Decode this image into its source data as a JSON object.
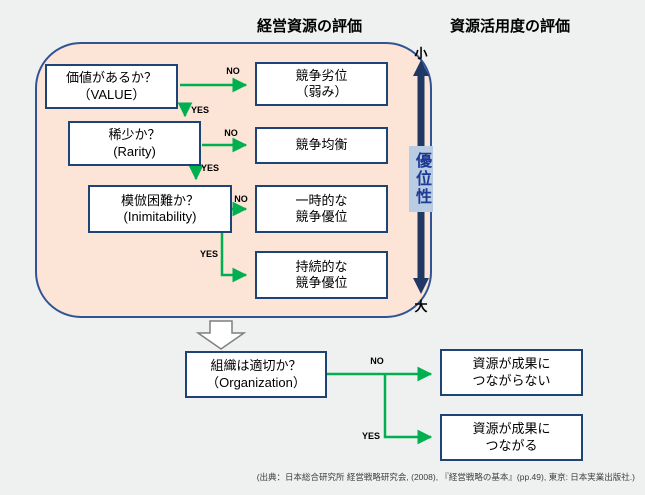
{
  "header": {
    "title_left": "経営資源の評価",
    "title_right": "資源活用度の評価"
  },
  "flow": {
    "value_q1": "価値があるか？",
    "value_q2": "（VALUE）",
    "rarity_q1": "稀少か？",
    "rarity_q2": "(Rarity)",
    "inimitability_q1": "模倣困難か？",
    "inimitability_q2": "(Inimitability)",
    "organization_q1": "組織は適切か？",
    "organization_q2": "（Organization）",
    "disadvantage_1": "競争劣位",
    "disadvantage_2": "（弱み）",
    "parity": "競争均衡",
    "temporary_1": "一時的な",
    "temporary_2": "競争優位",
    "sustained_1": "持続的な",
    "sustained_2": "競争優位",
    "no_outcome_1": "資源が成果に",
    "no_outcome_2": "つながらない",
    "yes_outcome_1": "資源が成果に",
    "yes_outcome_2": "つながる",
    "label_no": "NO",
    "label_yes": "YES"
  },
  "axis": {
    "top": "小",
    "middle": "優位性",
    "bottom": "大"
  },
  "footer": {
    "citation": "(出典：日本総合研究所 経営戦略研究会, (2008), 『経営戦略の基本』(pp.49), 東京: 日本実業出版社.)"
  },
  "colors": {
    "arrow_green": "#00b050",
    "axis_blue": "#1f3864",
    "box_border": "#1e4477",
    "panel_fill": "#fce4d6",
    "panel_border": "#2f5496",
    "highlight_blue": "#b8cce4",
    "background": "#eff0f0"
  }
}
